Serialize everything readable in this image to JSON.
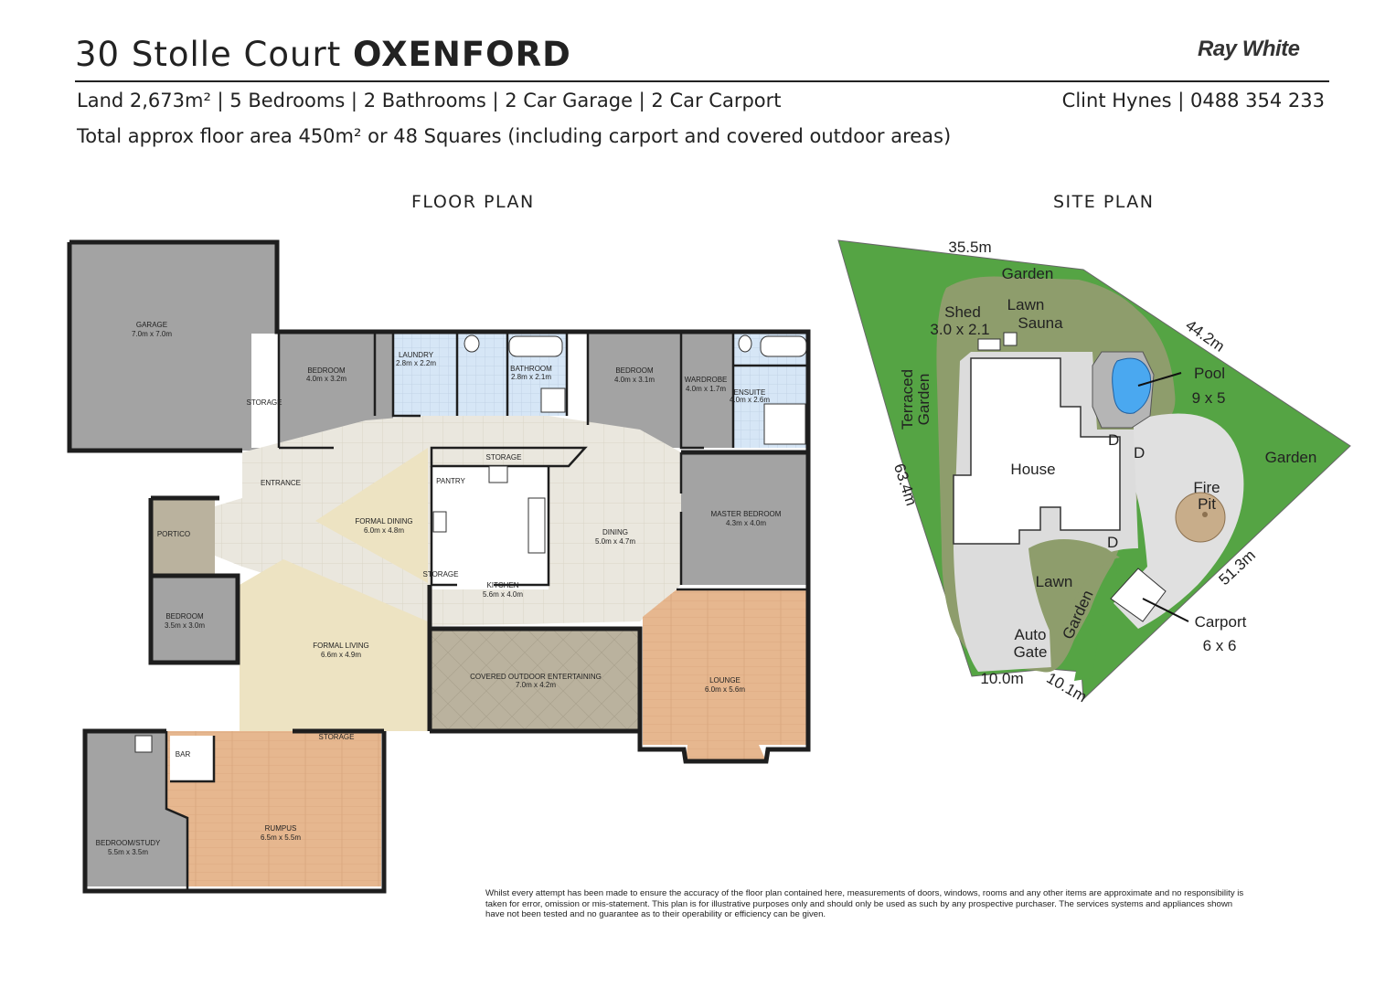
{
  "header": {
    "address_street": "30 Stolle Court",
    "address_suburb": "OXENFORD",
    "brand": "Ray White",
    "summary": "Land 2,673m² | 5 Bedrooms | 2 Bathrooms | 2 Car Garage | 2 Car Carport",
    "floor_area": "Total approx floor area 450m² or 48 Squares (including carport and covered outdoor areas)",
    "agent": "Clint Hynes | 0488 354 233"
  },
  "floor_plan": {
    "heading": "FLOOR PLAN",
    "rooms": {
      "garage": {
        "name": "GARAGE",
        "size": "7.0m x 7.0m"
      },
      "storage_garage": {
        "name": "STORAGE"
      },
      "bedroom1": {
        "name": "BEDROOM",
        "size": "4.0m x 3.2m"
      },
      "laundry": {
        "name": "LAUNDRY",
        "size": "2.8m x 2.2m"
      },
      "bathroom": {
        "name": "BATHROOM",
        "size": "2.8m x 2.1m"
      },
      "bedroom2": {
        "name": "BEDROOM",
        "size": "4.0m x 3.1m"
      },
      "wardrobe": {
        "name": "WARDROBE",
        "size": "4.0m x 1.7m"
      },
      "ensuite": {
        "name": "ENSUITE",
        "size": "4.0m x 2.6m"
      },
      "entrance": {
        "name": "ENTRANCE"
      },
      "storage_top": {
        "name": "STORAGE"
      },
      "pantry": {
        "name": "PANTRY"
      },
      "formal_dining": {
        "name": "FORMAL DINING",
        "size": "6.0m x 4.8m"
      },
      "dining": {
        "name": "DINING",
        "size": "5.0m x 4.7m"
      },
      "master": {
        "name": "MASTER BEDROOM",
        "size": "4.3m x 4.0m"
      },
      "portico": {
        "name": "PORTICO"
      },
      "storage_kitchen": {
        "name": "STORAGE"
      },
      "kitchen": {
        "name": "KITCHEN",
        "size": "5.6m x 4.0m"
      },
      "bedroom3": {
        "name": "BEDROOM",
        "size": "3.5m x 3.0m"
      },
      "formal_living": {
        "name": "FORMAL LIVING",
        "size": "6.6m x 4.9m"
      },
      "covered_outdoor": {
        "name": "COVERED OUTDOOR ENTERTAINING",
        "size": "7.0m x 4.2m"
      },
      "lounge": {
        "name": "LOUNGE",
        "size": "6.0m x 5.6m"
      },
      "storage_rumpus": {
        "name": "STORAGE"
      },
      "bar": {
        "name": "BAR"
      },
      "rumpus": {
        "name": "RUMPUS",
        "size": "6.5m x 5.5m"
      },
      "study": {
        "name": "BEDROOM/STUDY",
        "size": "5.5m x 3.5m"
      }
    }
  },
  "site_plan": {
    "heading": "SITE PLAN",
    "dimensions": {
      "top": "35.5m",
      "upper_right": "44.2m",
      "left": "63.4m",
      "right": "51.3m",
      "bottom_left": "10.0m",
      "bottom_right": "10.1m"
    },
    "labels": {
      "garden_top": "Garden",
      "shed": "Shed",
      "shed_size": "3.0 x 2.1",
      "lawn_top": "Lawn",
      "sauna": "Sauna",
      "pool": "Pool",
      "pool_size": "9 x 5",
      "terraced": "Terraced",
      "garden_left": "Garden",
      "house": "House",
      "door1": "D",
      "door2": "D",
      "door3": "D",
      "garden_right": "Garden",
      "fire": "Fire",
      "pit": "Pit",
      "lawn_bottom": "Lawn",
      "garden_strip": "Garden",
      "auto": "Auto",
      "gate": "Gate",
      "carport": "Carport",
      "carport_size": "6 x 6"
    }
  },
  "disclaimer": "Whilst every attempt has been made to ensure the accuracy of the floor plan contained here, measurements of doors, windows, rooms and any other items are approximate and no responsibility is taken for error, omission or mis-statement. This plan is for illustrative purposes only and should only be used as such by any prospective purchaser. The services systems and appliances shown have not been tested and no guarantee as to their operability or efficiency can be given.",
  "colors": {
    "grey_room": "#a3a3a3",
    "tile": "#eae7de",
    "beige": "#ede3c2",
    "outdoor": "#bab29e",
    "timber": "#e6b78f",
    "wet": "#d6e6f6",
    "site_green": "#55a444",
    "site_olive": "#8e9d6c"
  }
}
